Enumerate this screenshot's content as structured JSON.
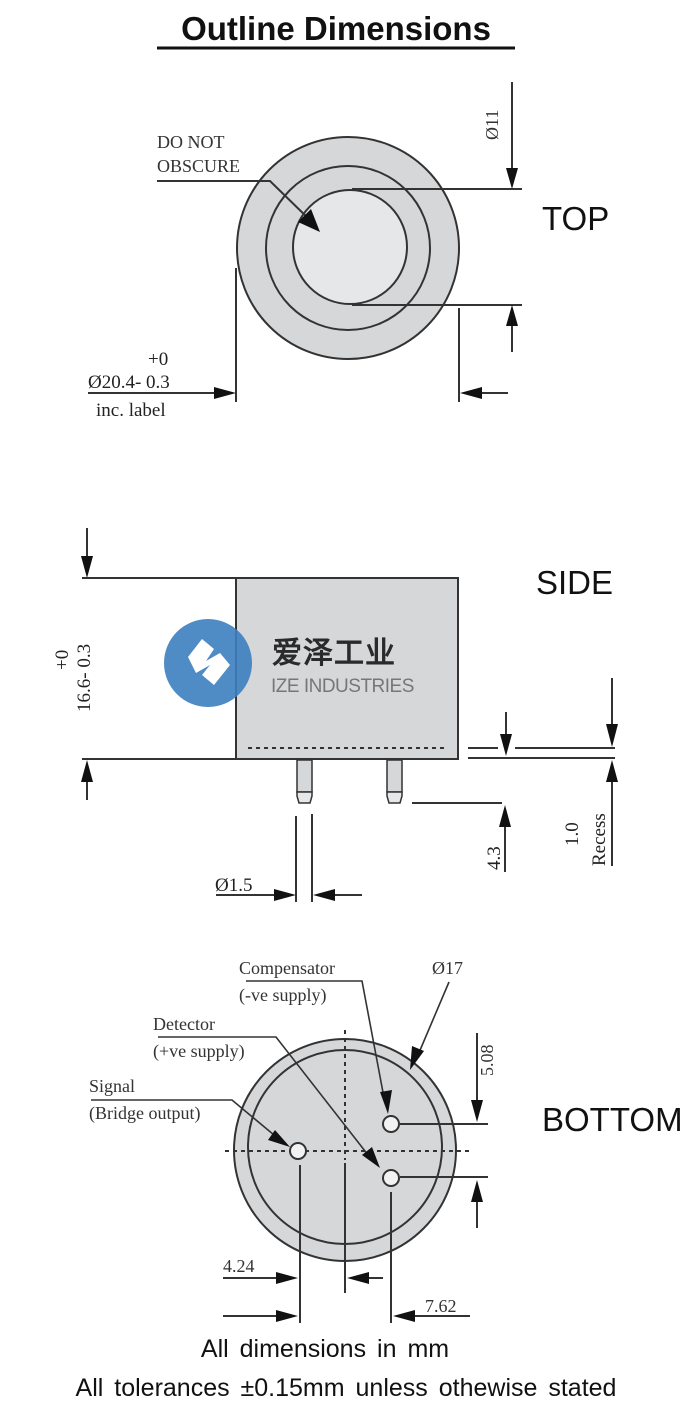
{
  "title": "Outline Dimensions",
  "colors": {
    "body_gray": "#d6d7d9",
    "window_gray": "#e6e7e8",
    "line": "#333333",
    "logo_blue": "#3c7fbf"
  },
  "top_view": {
    "label": "TOP",
    "callout_line1": "DO NOT",
    "callout_line2": "OBSCURE",
    "inner_diameter": "Ø11",
    "outer_tolerance_upper": "+0",
    "outer_diameter": "Ø20.4- 0.3",
    "outer_note": "inc. label"
  },
  "side_view": {
    "label": "SIDE",
    "height_tolerance_upper": "+0",
    "height": "16.6- 0.3",
    "pin_length": "4.3",
    "recess_value": "1.0",
    "recess_label": "Recess",
    "pin_diameter": "Ø1.5"
  },
  "bottom_view": {
    "label": "BOTTOM",
    "compensator_line1": "Compensator",
    "compensator_line2": "(-ve supply)",
    "detector_line1": "Detector",
    "detector_line2": "(+ve supply)",
    "signal_line1": "Signal",
    "signal_line2": "(Bridge output)",
    "body_diameter": "Ø17",
    "pin_vertical_spacing": "5.08",
    "signal_offset": "4.24",
    "pin_horizontal_spacing": "7.62"
  },
  "watermark": {
    "chinese": "爱泽工业",
    "english": "IZE INDUSTRIES"
  },
  "footer": {
    "line1": "All dimensions in mm",
    "line2": "All tolerances ±0.15mm unless othewise stated"
  }
}
